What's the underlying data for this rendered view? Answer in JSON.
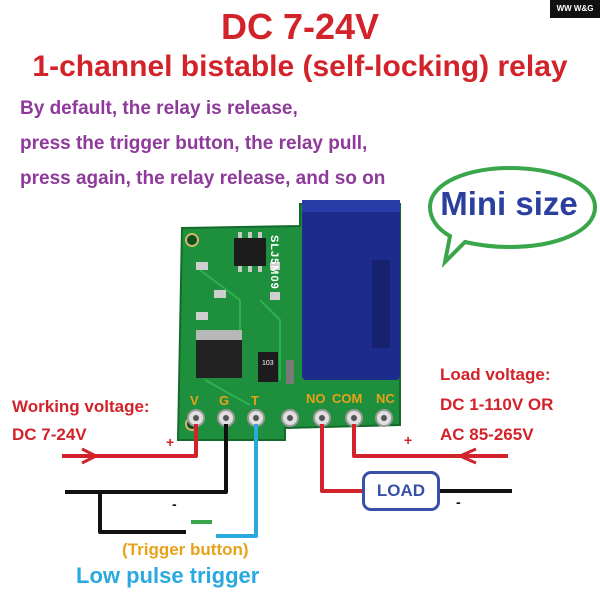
{
  "title": "DC 7-24V",
  "subtitle": "1-channel bistable (self-locking) relay",
  "description": [
    "By default, the relay is release,",
    "press the trigger button, the relay pull,",
    "press again, the relay release, and so on"
  ],
  "brand": "WW W&G",
  "badge": "Mini size",
  "working_voltage": {
    "label": "Working voltage:",
    "value": "DC 7-24V"
  },
  "load_voltage": {
    "label": "Load voltage:",
    "dc": "DC 1-110V OR",
    "ac": "AC 85-265V"
  },
  "pins": {
    "v": "V",
    "g": "G",
    "t": "T",
    "no": "NO",
    "com": "COM",
    "nc": "NC"
  },
  "board_marking": "SLJ5M09",
  "resistor_marking": "103",
  "load_label": "LOAD",
  "trigger_button": "(Trigger button)",
  "trigger_type": "Low pulse trigger",
  "signs": {
    "plus": "+",
    "minus": "-"
  },
  "colors": {
    "title_red": "#d2232a",
    "desc_purple": "#8e3a9a",
    "pcb_green": "#1e8f3c",
    "relay_blue": "#1d2b8a",
    "badge_blue": "#2a3f9e",
    "bubble_green": "#3aa64a",
    "pin_orange": "#e8a21a",
    "trigger_cyan": "#2aa8e0",
    "wire_red": "#d2232a",
    "wire_black": "#111111"
  }
}
